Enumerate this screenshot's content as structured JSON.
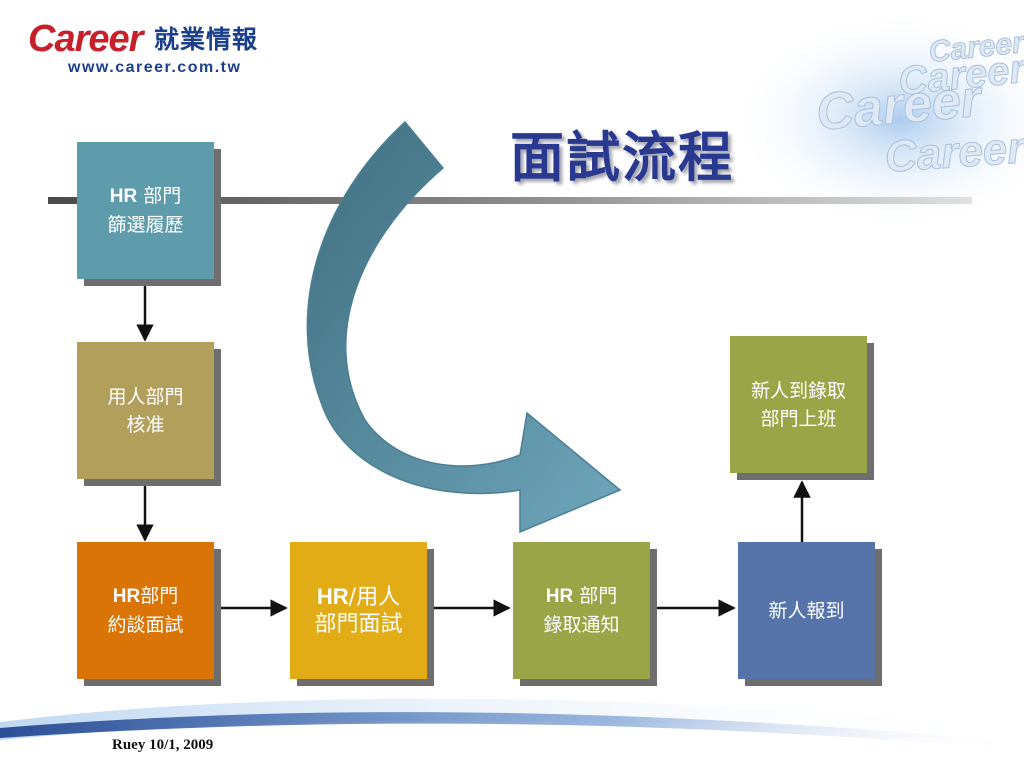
{
  "logo": {
    "brand": "Career",
    "chinese": "就業情報",
    "url": "www.career.com.tw"
  },
  "watermark": {
    "words": [
      "Career",
      "Career",
      "Career",
      "Career"
    ]
  },
  "title": "面試流程",
  "nodes": {
    "screen": {
      "line1_bold": "HR",
      "line1_rest": " 部門",
      "line2": "篩選履歷"
    },
    "approve": {
      "line1": "用人部門",
      "line2": "核准"
    },
    "invite": {
      "line1_bold": "HR",
      "line1_rest": "部門",
      "line2": "約談面試"
    },
    "interview": {
      "line1_bold": "HR",
      "line1_rest": "/用人",
      "line2": "部門面試"
    },
    "notify": {
      "line1_bold": "HR",
      "line1_rest": " 部門",
      "line2": "錄取通知"
    },
    "report": {
      "line1": "新人報到"
    },
    "onboard": {
      "line1": "新人到錄取",
      "line2": "部門上班"
    }
  },
  "footer": "Ruey 10/1, 2009",
  "colors": {
    "screen": "#5e9cac",
    "approve": "#b29f5c",
    "invite": "#db7406",
    "interview": "#e2ac16",
    "notify": "#9aa548",
    "report": "#5674aa",
    "onboard": "#9aa548",
    "curve_arrow": "#5d8fa3",
    "title": "#2a3990"
  }
}
